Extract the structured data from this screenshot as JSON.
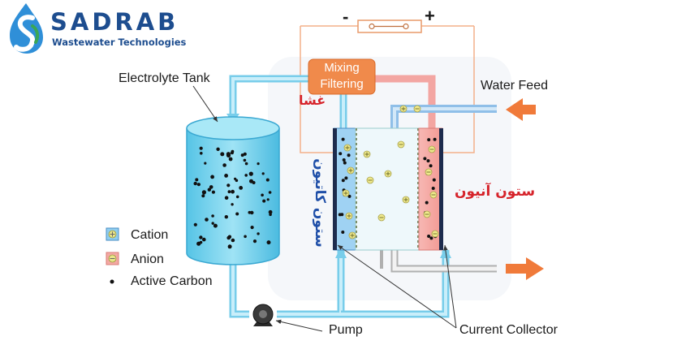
{
  "logo": {
    "name": "SADRAB",
    "tagline": "Wastewater Technologies",
    "colors": {
      "blue": "#1d4d8f",
      "green": "#3aa655",
      "light_blue": "#2f8fd8"
    }
  },
  "labels": {
    "minus": "-",
    "plus": "+",
    "mixing_line1": "Mixing",
    "mixing_line2": "Filtering",
    "membrane_fa": "غشا",
    "electrolyte_tank": "Electrolyte Tank",
    "water_feed": "Water Feed",
    "cation_column_fa": "ستون کاتیون",
    "anion_column_fa": "ستون آنیون",
    "pump": "Pump",
    "current_collector": "Current Collector"
  },
  "legend": {
    "cation": "Cation",
    "anion": "Anion",
    "active_carbon": "Active Carbon",
    "cation_symbol": "⊕",
    "anion_symbol": "⊖"
  },
  "colors": {
    "pipe_blue": "#8fd3ef",
    "tank_blue": "#7fd6ee",
    "anion_red": "#f4a7a4",
    "mixing_orange": "#f08a4b",
    "arrow_orange": "#f07a3a",
    "membrane_fa_red": "#d6232a",
    "column_fa_blue": "#1f4fa8",
    "anion_fa_red": "#d6232a"
  }
}
